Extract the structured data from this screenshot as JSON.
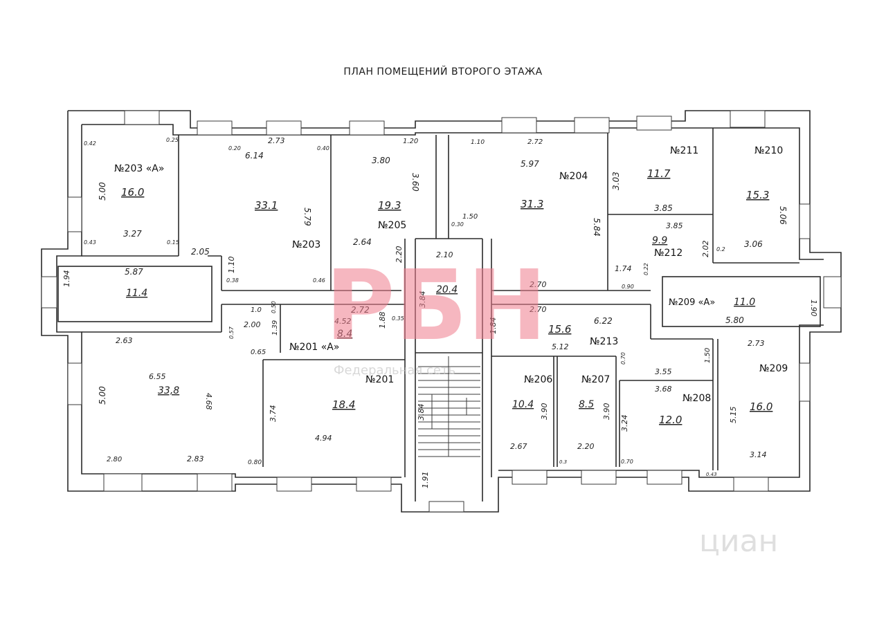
{
  "plan": {
    "title": "ПЛАН ПОМЕЩЕНИЙ ВТОРОГО ЭТАЖА"
  },
  "rooms": [
    {
      "id": "203a",
      "label": "№203 «А»",
      "area": "16.0"
    },
    {
      "id": "203",
      "label": "№203",
      "area": "33.1"
    },
    {
      "id": "205",
      "label": "№205",
      "area": "19.3"
    },
    {
      "id": "204",
      "label": "№204",
      "area": "31.3"
    },
    {
      "id": "211",
      "label": "№211",
      "area": "11.7"
    },
    {
      "id": "210",
      "label": "№210",
      "area": "15.3"
    },
    {
      "id": "212",
      "label": "№212",
      "area": "9.9"
    },
    {
      "id": "209a",
      "label": "№209 «А»",
      "area": "11.0"
    },
    {
      "id": "corridor-west",
      "label": "",
      "area": "11.4"
    },
    {
      "id": "southwest",
      "label": "",
      "area": "33,8"
    },
    {
      "id": "201a",
      "label": "№201 «А»",
      "area": "8.4"
    },
    {
      "id": "201",
      "label": "№201",
      "area": "18.4"
    },
    {
      "id": "stair-hall",
      "label": "",
      "area": "20.4"
    },
    {
      "id": "213",
      "label": "№213",
      "area": "15.6"
    },
    {
      "id": "206",
      "label": "№206",
      "area": "10.4"
    },
    {
      "id": "207",
      "label": "№207",
      "area": "8.5"
    },
    {
      "id": "208",
      "label": "№208",
      "area": "12.0"
    },
    {
      "id": "209",
      "label": "№209",
      "area": "16.0"
    }
  ],
  "dimensions": [
    "5.00",
    "3.27",
    "0.42",
    "0.43",
    "0.25",
    "0.15",
    "0.20",
    "2.73",
    "6.14",
    "5.79",
    "2.05",
    "1.10",
    "0.38",
    "0.40",
    "0.46",
    "3.80",
    "1.20",
    "3.60",
    "2.64",
    "2.20",
    "1.50",
    "0.30",
    "1.10",
    "2.72",
    "5.97",
    "5.84",
    "2.70",
    "2.10",
    "3.03",
    "3.85",
    "2.02",
    "1.74",
    "0.22",
    "0.90",
    "5.06",
    "3.06",
    "0.2",
    "5.87",
    "1.94",
    "1.0",
    "0.50",
    "2.00",
    "1.39",
    "0.57",
    "0.65",
    "4.52",
    "1.88",
    "0.35",
    "3.84",
    "1.84",
    "6.22",
    "5.12",
    "1.90",
    "5.80",
    "2.73",
    "1.50",
    "0.70",
    "3.55",
    "3.68",
    "6.55",
    "4.68",
    "2.63",
    "2.80",
    "2.83",
    "0.80",
    "3.74",
    "4.94",
    "1.91",
    "3.90",
    "2.67",
    "2.20",
    "0.3",
    "3.24",
    "0.70",
    "5.15",
    "3.14",
    "0.43"
  ],
  "watermarks": {
    "logo": "РБН",
    "network": "Федеральная сеть",
    "platform": "циан"
  }
}
